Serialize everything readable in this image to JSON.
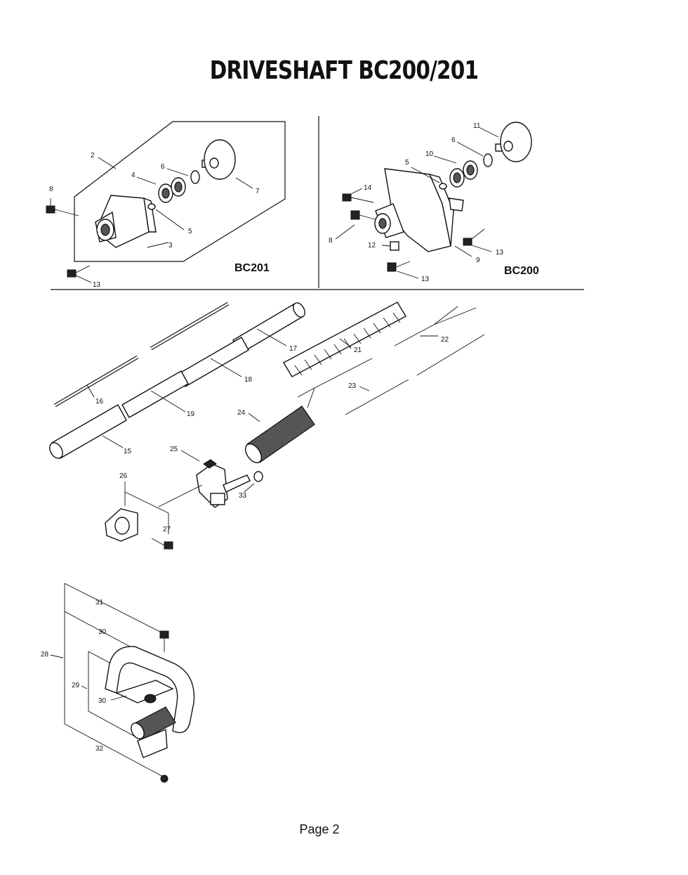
{
  "page": {
    "title": "DRIVESHAFT BC200/201",
    "footer": "Page 2"
  },
  "models": {
    "bc201": "BC201",
    "bc200": "BC200"
  },
  "callouts": {
    "c2": "2",
    "c3": "3",
    "c4": "4",
    "c5": "5",
    "c6": "6",
    "c7": "7",
    "c8": "8",
    "c13": "13",
    "d5": "5",
    "d6": "6",
    "d8": "8",
    "d9": "9",
    "d10": "10",
    "d11": "11",
    "d12": "12",
    "d13a": "13",
    "d13b": "13",
    "d14": "14",
    "n15": "15",
    "n16": "16",
    "n17": "17",
    "n18": "18",
    "n19": "19",
    "n21": "21",
    "n22": "22",
    "n23": "23",
    "n24": "24",
    "n25": "25",
    "n26": "26",
    "n27": "27",
    "n33": "33",
    "n28": "28",
    "n29": "29",
    "n30a": "30",
    "n30b": "30",
    "n31": "31",
    "n32": "32"
  }
}
